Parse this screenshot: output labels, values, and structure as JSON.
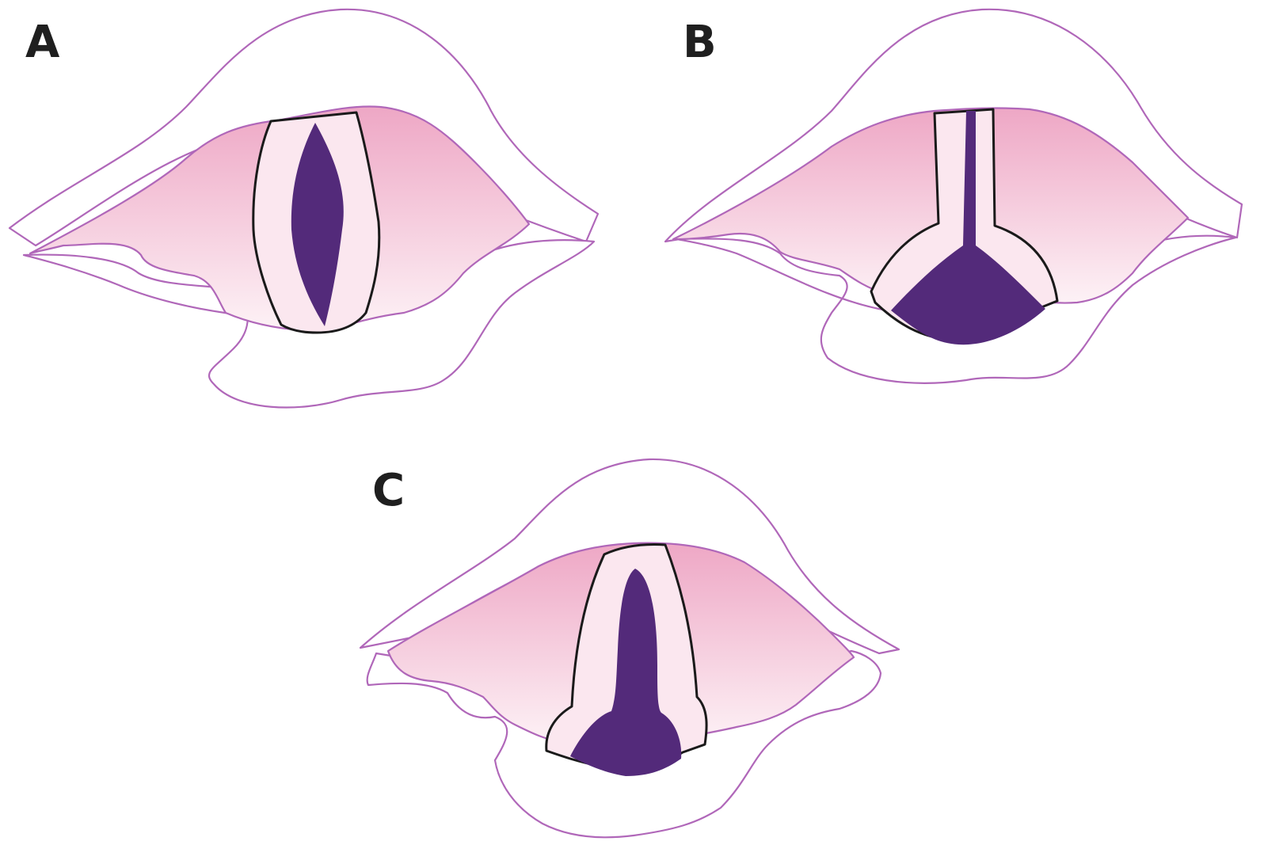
{
  "figure": {
    "panels": [
      {
        "id": "A",
        "label": "A"
      },
      {
        "id": "B",
        "label": "B"
      },
      {
        "id": "C",
        "label": "C"
      }
    ]
  },
  "colors": {
    "outline": "#b067b9",
    "fold_top": "#eea7c5",
    "fold_bottom": "#fdf2f6",
    "opening": "#532a7a",
    "border": "#1a1a1a",
    "label": "#1f1f1f"
  }
}
